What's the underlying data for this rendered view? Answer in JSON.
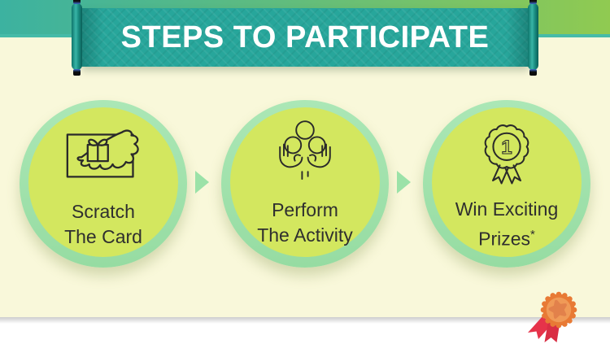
{
  "banner": {
    "title": "STEPS TO PARTICIPATE"
  },
  "steps": [
    {
      "icon": "scratch-card-icon",
      "line1": "Scratch",
      "line2": "The Card"
    },
    {
      "icon": "hands-holding-people-icon",
      "line1": "Perform",
      "line2": "The Activity"
    },
    {
      "icon": "award-badge-icon",
      "line1": "Win Exciting",
      "line2": "Prizes",
      "suffix": "*",
      "badge_number": "1"
    }
  ],
  "decorations": {
    "medal_icon": "medal-with-ribbon-icon"
  },
  "colors": {
    "banner_teal": "#27a69b",
    "band_left": "#3cb2a0",
    "band_right": "#90ca51",
    "band_strip": "#46bba8",
    "cream_background": "#f9f8da",
    "mint_ring": "#9fe0ab",
    "lime_circle": "#d3e75f",
    "text_dark": "#2f2f2f",
    "banner_text": "#ffffff",
    "medal_orange": "#e87a35",
    "ribbon_red": "#e6334a",
    "footer_white": "#ffffff"
  }
}
